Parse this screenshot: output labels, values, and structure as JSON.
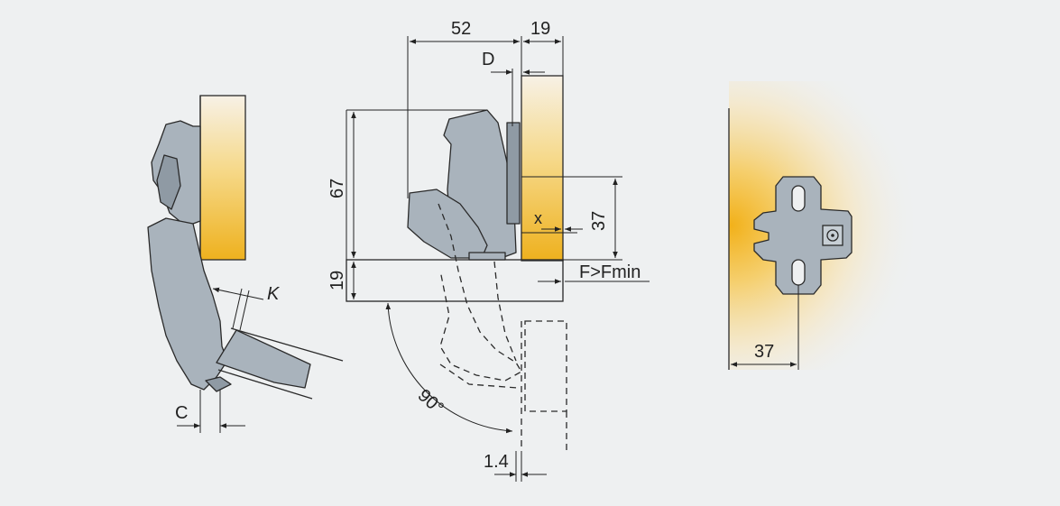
{
  "colors": {
    "background": "#eef0f1",
    "wood": "#f2b72a",
    "metal": "#a9b3bc",
    "line": "#222222"
  },
  "left_view": {
    "labels": {
      "k": "K",
      "c": "C"
    }
  },
  "middle_view": {
    "labels": {
      "width_52": "52",
      "width_19": "19",
      "d": "D",
      "height_67": "67",
      "x": "x",
      "height_37": "37",
      "height_19": "19",
      "force": "F>Fmin",
      "angle": "90°",
      "offset": "1.4"
    }
  },
  "right_view": {
    "labels": {
      "width_37": "37"
    }
  }
}
